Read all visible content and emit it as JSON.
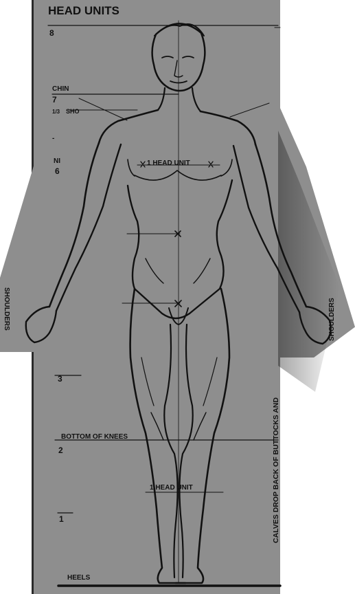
{
  "diagram": {
    "title": "HEAD UNITS",
    "markers": {
      "m8": "8",
      "chin": "CHIN",
      "m7": "7",
      "third_shoulder": "1/3",
      "sho_partial": "SHO",
      "dash": "-",
      "ni_partial": "NI",
      "m6": "6",
      "m3": "3",
      "bottom_of_knees": "BOTTOM OF KNEES",
      "m2": "2",
      "m1": "1",
      "heels": "HEELS"
    },
    "annotations": {
      "head_unit_chest": "1 HEAD UNIT",
      "head_unit_legs": "1 HEAD UNIT",
      "calves_note": "CALVES DROP BACK OF BUTTOCKS AND",
      "shoulders_left": "SHOULDERS",
      "shoulders_right": "SHOULDERS"
    }
  }
}
